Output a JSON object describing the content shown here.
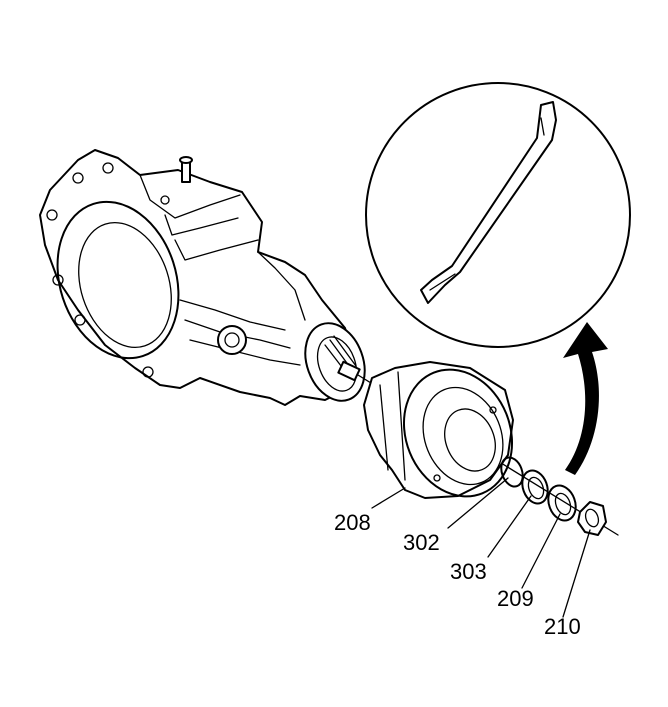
{
  "callouts": [
    {
      "id": "208",
      "label": "208"
    },
    {
      "id": "302",
      "label": "302"
    },
    {
      "id": "303",
      "label": "303"
    },
    {
      "id": "209",
      "label": "209"
    },
    {
      "id": "210",
      "label": "210"
    }
  ]
}
